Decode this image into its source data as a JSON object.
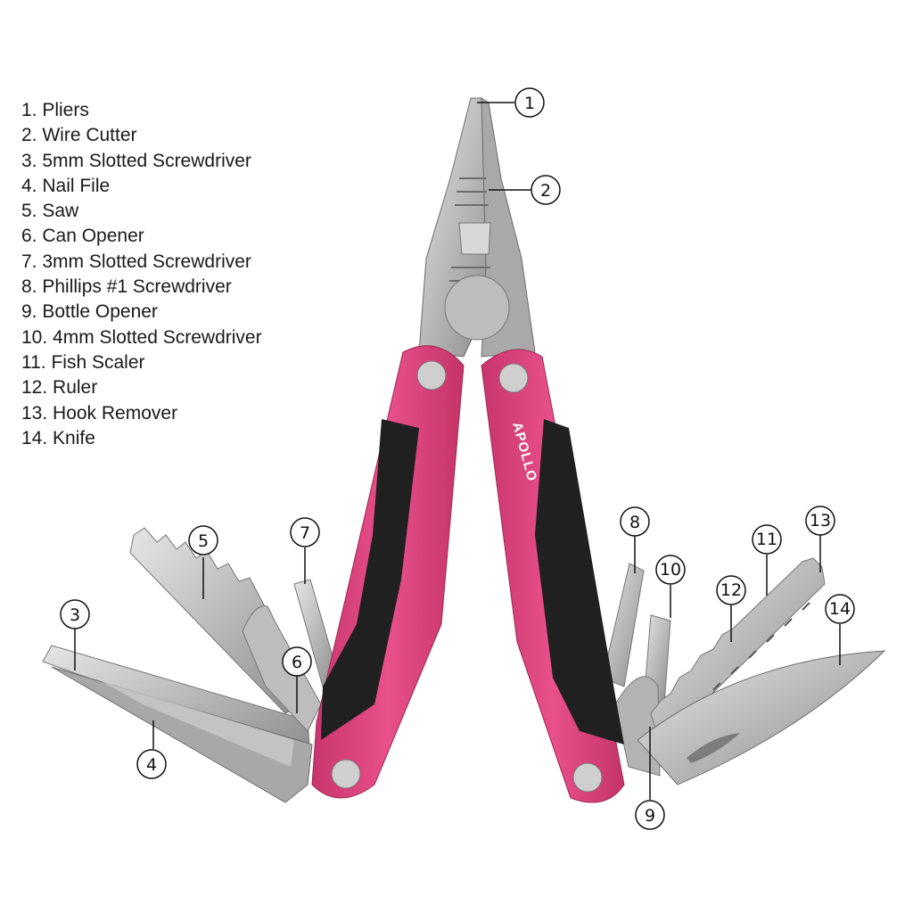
{
  "tool_list": [
    "1. Pliers",
    "2. Wire Cutter",
    "3. 5mm Slotted Screwdriver",
    "4. Nail File",
    "5. Saw",
    "6. Can Opener",
    "7. 3mm Slotted Screwdriver",
    "8. Phillips #1 Screwdriver",
    "9. Bottle Opener",
    "10. 4mm Slotted Screwdriver",
    "11. Fish Scaler",
    "12. Ruler",
    "13. Hook Remover",
    "14. Knife"
  ],
  "callouts": [
    "1",
    "2",
    "3",
    "4",
    "5",
    "6",
    "7",
    "8",
    "9",
    "10",
    "11",
    "12",
    "13",
    "14"
  ],
  "brand_logo": "APOLLO",
  "colors": {
    "handle": "#e0467f",
    "handle_dark": "#b52f62",
    "grip": "#222222",
    "steel": "#c4c4c4",
    "steel_dark": "#8e8e8e",
    "background": "#ffffff"
  }
}
